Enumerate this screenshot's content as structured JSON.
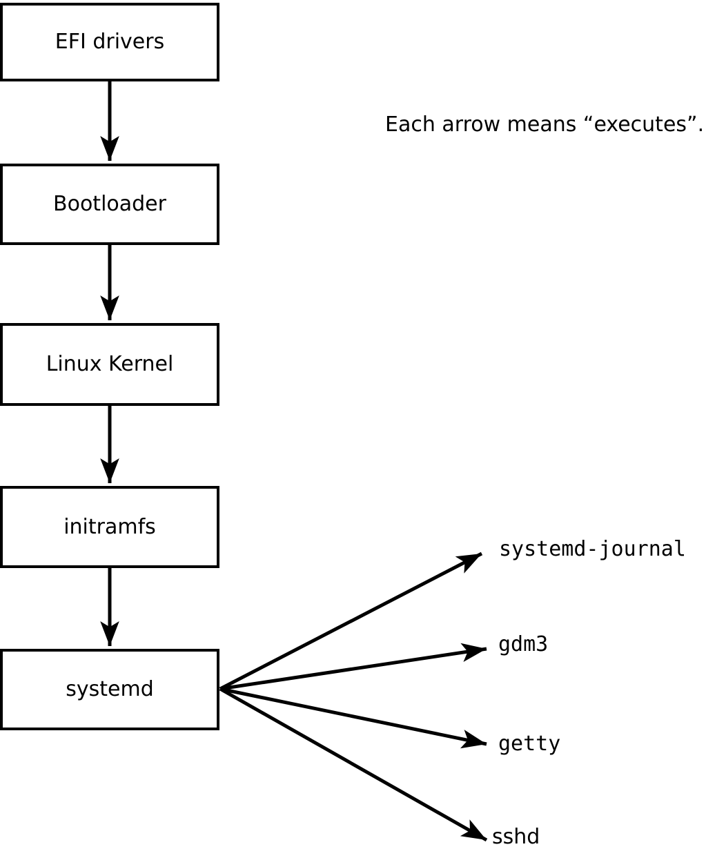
{
  "diagram": {
    "note": "Each arrow means “executes”.",
    "arrow_meaning": "executes",
    "boot_chain": [
      {
        "label": "EFI drivers"
      },
      {
        "label": "Bootloader"
      },
      {
        "label": "Linux Kernel"
      },
      {
        "label": "initramfs"
      },
      {
        "label": "systemd"
      }
    ],
    "spawned_processes": [
      {
        "label": "systemd-journal"
      },
      {
        "label": "gdm3"
      },
      {
        "label": "getty"
      },
      {
        "label": "sshd"
      }
    ],
    "colors": {
      "stroke": "#000000",
      "box_fill": "#ffffff",
      "background": "#ffffff",
      "text": "#000000"
    }
  }
}
